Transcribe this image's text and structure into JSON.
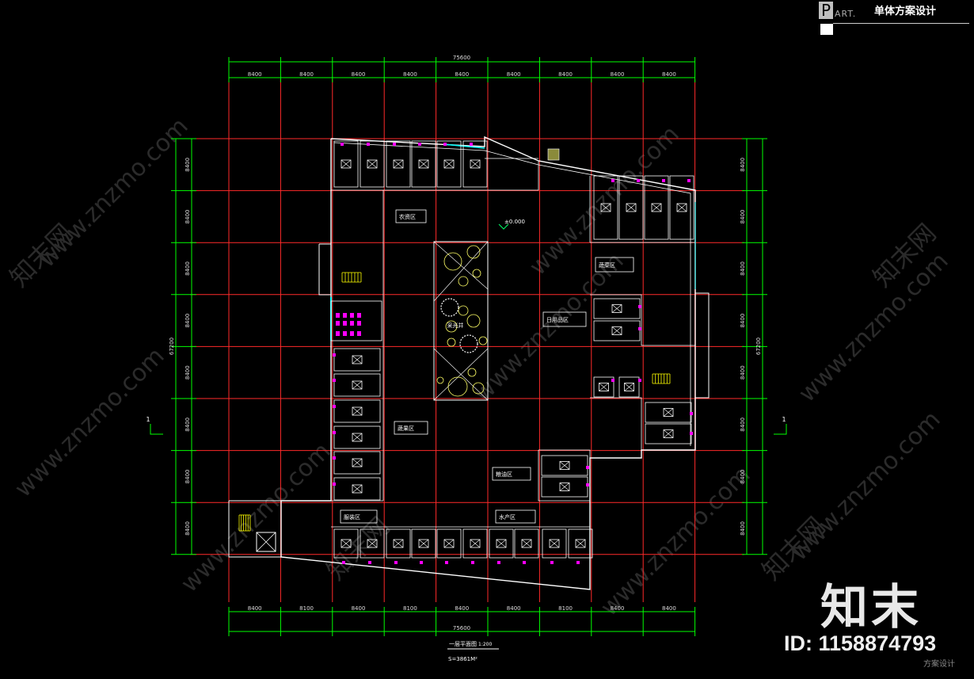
{
  "title_block": {
    "letter": "P",
    "art": "ART.",
    "title": "单体方案设计"
  },
  "dimensions": {
    "total_width": "75600",
    "total_height": "67200",
    "bay": "8400",
    "bay_alt": "8100"
  },
  "grid_marker": "1",
  "plan": {
    "level_mark": "±0.000",
    "rooms": [
      "农资区",
      "蔬菜区",
      "日用品区",
      "采光井",
      "蔬果区",
      "粮油区",
      "服装区",
      "水产区"
    ]
  },
  "caption": {
    "title": "一层平面图",
    "scale": "1:200",
    "area": "S=3861M²"
  },
  "watermark": {
    "site": "www.znzmo.com",
    "brand": "知末网",
    "logo": "知末",
    "id": "ID: 1158874793",
    "sub": "方案设计"
  },
  "colors": {
    "grid": "#ff2a2a",
    "dimension": "#00ff00",
    "walls": "#ffffff",
    "fixtures": "#ff00ff",
    "glass": "#00ffff",
    "stairs": "#ffff00",
    "background": "#000000"
  }
}
